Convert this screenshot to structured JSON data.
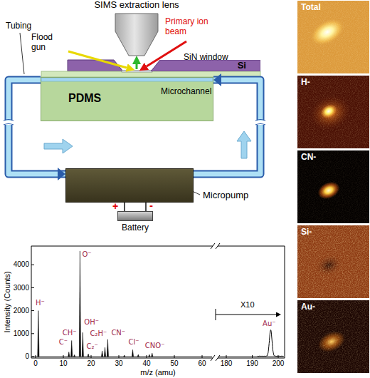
{
  "diagram": {
    "nodes": [
      {
        "text": [
          "SIMS extraction lens"
        ]
      },
      {
        "text": [
          "Si"
        ]
      },
      {
        "text": [
          "PDMS"
        ]
      },
      {
        "text": [
          "Micropump"
        ]
      },
      {
        "text": [
          "Battery"
        ]
      },
      {
        "text": [
          "Total"
        ]
      },
      {
        "text": [
          "H-"
        ]
      },
      {
        "text": [
          "CN-"
        ]
      },
      {
        "text": [
          "Si-"
        ]
      },
      {
        "text": [
          "Au-"
        ]
      }
    ],
    "edges": [
      {
        "from": 2,
        "to": 3,
        "arrow": "to"
      },
      {
        "from": 3,
        "to": 2,
        "arrow": "to"
      },
      {
        "from": 3,
        "to": 4,
        "arrow": "none"
      }
    ],
    "labels": [
      "Tubing",
      "Flood gun",
      "Primary ion beam",
      "SiN window",
      "Microchannel",
      "+",
      "-",
      "Intensity (Counts)",
      "0",
      "1000",
      "2000",
      "3000",
      "4000",
      "0",
      "10",
      "20",
      "30",
      "40",
      "50",
      "60",
      "180",
      "190",
      "200",
      "m/z (amu)",
      "X10",
      "H⁻",
      "C⁻",
      "CH⁻",
      "O⁻",
      "OH⁻",
      "C₂⁻",
      "C₂H⁻",
      "CN⁻",
      "Cl⁻",
      "CNO⁻",
      "Au⁻"
    ]
  }
}
